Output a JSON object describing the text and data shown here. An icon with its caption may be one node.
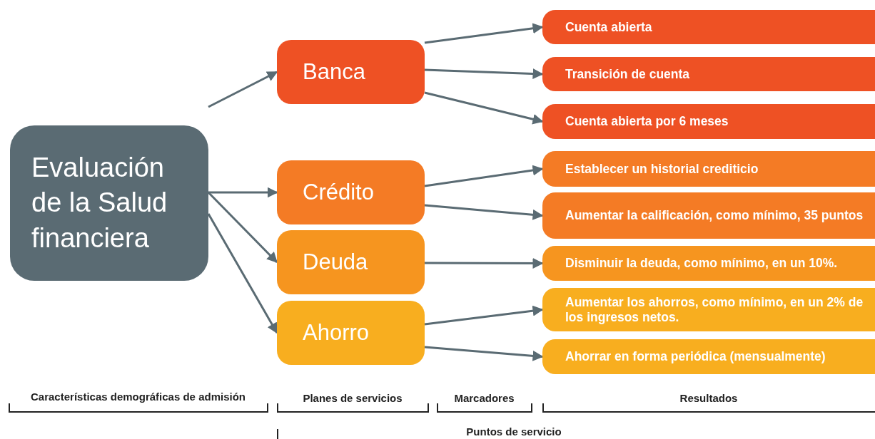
{
  "diagram": {
    "nodes": [
      {
        "text": [
          "Evaluación de la Salud financiera"
        ]
      },
      {
        "text": [
          "Banca"
        ]
      },
      {
        "text": [
          "Crédito"
        ]
      },
      {
        "text": [
          "Deuda"
        ]
      },
      {
        "text": [
          "Ahorro"
        ]
      },
      {
        "text": [
          "Cuenta abierta"
        ]
      },
      {
        "text": [
          "Transición de cuenta"
        ]
      },
      {
        "text": [
          "Cuenta abierta por 6 meses"
        ]
      },
      {
        "text": [
          "Establecer un historial crediticio"
        ]
      },
      {
        "text": [
          "Aumentar la calificación, como mínimo, 35 puntos"
        ]
      },
      {
        "text": [
          "Disminuir la deuda, como mínimo, en un 10%."
        ]
      },
      {
        "text": [
          "Aumentar los ahorros, como mínimo, en un 2% de los ingresos netos."
        ]
      },
      {
        "text": [
          "Ahorrar en forma periódica (mensualmente)"
        ]
      }
    ],
    "edges": [
      {
        "from": 0,
        "to": 1,
        "arrow": "to"
      },
      {
        "from": 0,
        "to": 2,
        "arrow": "to"
      },
      {
        "from": 0,
        "to": 3,
        "arrow": "to"
      },
      {
        "from": 0,
        "to": 4,
        "arrow": "to"
      },
      {
        "from": 1,
        "to": 5,
        "arrow": "to"
      },
      {
        "from": 1,
        "to": 6,
        "arrow": "to"
      },
      {
        "from": 1,
        "to": 7,
        "arrow": "to"
      },
      {
        "from": 2,
        "to": 8,
        "arrow": "to"
      },
      {
        "from": 2,
        "to": 9,
        "arrow": "to"
      },
      {
        "from": 3,
        "to": 10,
        "arrow": "to"
      },
      {
        "from": 4,
        "to": 11,
        "arrow": "to"
      },
      {
        "from": 4,
        "to": 12,
        "arrow": "to"
      }
    ],
    "labels": [
      "Características demográficas de admisión",
      "Planes de servicios",
      "Marcadores",
      "Resultados",
      "Puntos de servicio"
    ]
  }
}
